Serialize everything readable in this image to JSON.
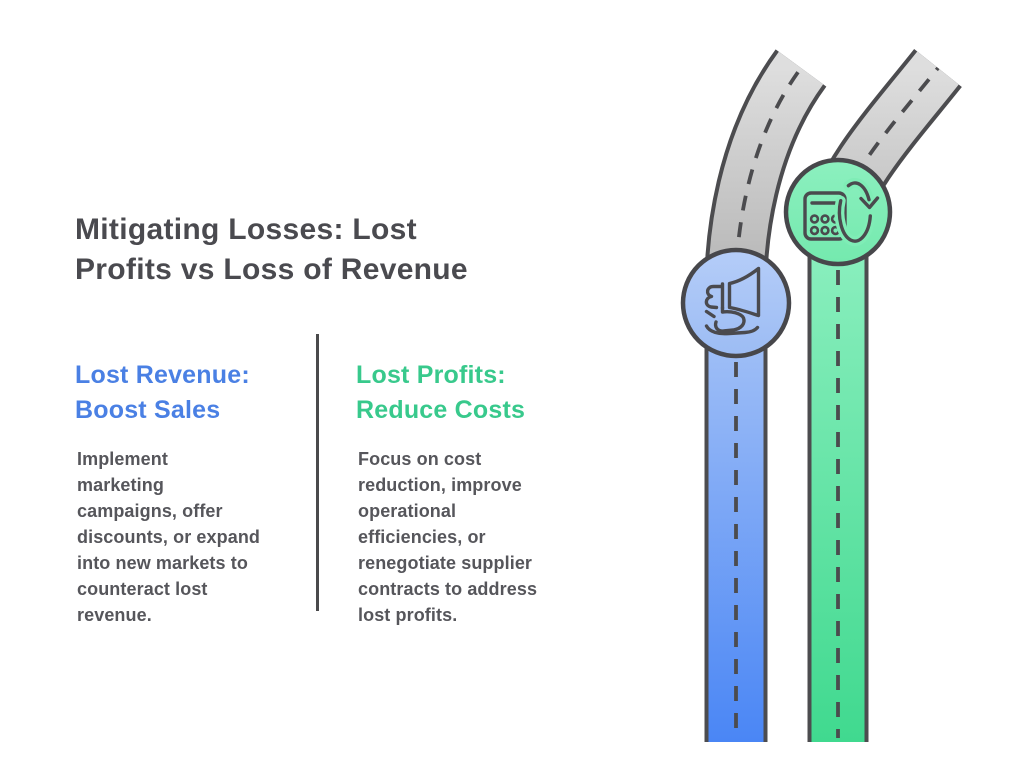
{
  "page": {
    "background": "#ffffff"
  },
  "title": {
    "text": "Mitigating Losses: Lost\nProfits vs Loss of Revenue",
    "color": "#4A4A4F"
  },
  "columns": [
    {
      "id": "lost-revenue",
      "heading": "Lost Revenue:\nBoost Sales",
      "heading_color": "#4A80E4",
      "body": "Implement\nmarketing\ncampaigns, offer\ndiscounts, or expand\ninto new markets to\ncounteract lost\nrevenue."
    },
    {
      "id": "lost-profits",
      "heading": "Lost Profits:\nReduce Costs",
      "heading_color": "#38C98C",
      "body": "Focus on cost\nreduction, improve\noperational\nefficiencies, or\nrenegotiate supplier\ncontracts to address\nlost profits."
    }
  ],
  "divider_color": "#4A4A4C",
  "graphic": {
    "description_icons": [
      "megaphone-icon",
      "calculator-refresh-icon"
    ],
    "road_outline_color": "#4C4C4F",
    "dash_color": "#4B4B4E",
    "gray_road_top": "#DEDEDE",
    "gray_road_bottom": "#B0B0B0",
    "blue_road_top": "#A9C5F6",
    "blue_road_bottom": "#4A86F5",
    "green_road_top": "#8FF0C1",
    "green_road_bottom": "#40D98F",
    "blue_badge_fill": "#A9C5F6",
    "green_badge_fill": "#82EDB6",
    "icon_stroke": "#4A4A4E"
  }
}
